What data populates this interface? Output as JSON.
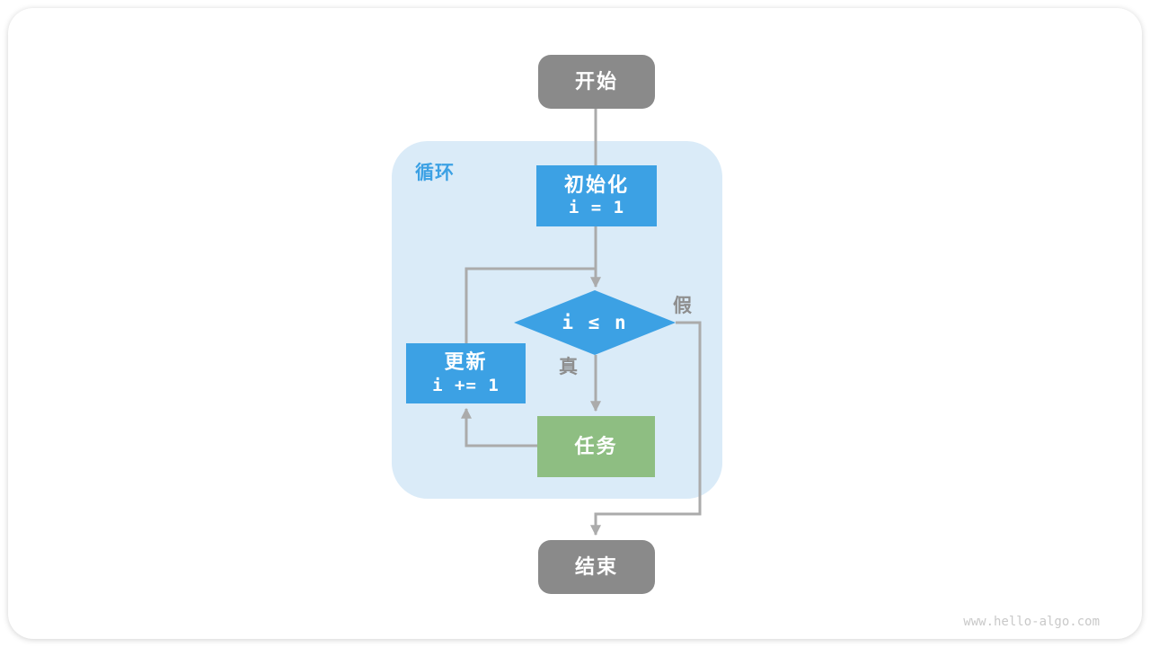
{
  "page": {
    "watermark": "www.hello-algo.com"
  },
  "colors": {
    "blue": "#3CA1E4",
    "green": "#8EBE82",
    "node_gray": "#8A8A8A",
    "line": "#ABABAB",
    "label_gray": "#8E8E8E",
    "loop_bg": "#DAEBF8",
    "loop_label": "#3CA1E4",
    "node_text": "#FFFFFF",
    "watermark": "#C9C9C9"
  },
  "flowchart": {
    "start": {
      "label": "开始"
    },
    "loop": {
      "label": "循环"
    },
    "init": {
      "title": "初始化",
      "code": "i = 1"
    },
    "condition": {
      "label": "i ≤ n"
    },
    "branch_true": {
      "label": "真"
    },
    "branch_false": {
      "label": "假"
    },
    "task": {
      "label": "任务"
    },
    "update": {
      "title": "更新",
      "code": "i += 1"
    },
    "end": {
      "label": "结束"
    }
  }
}
